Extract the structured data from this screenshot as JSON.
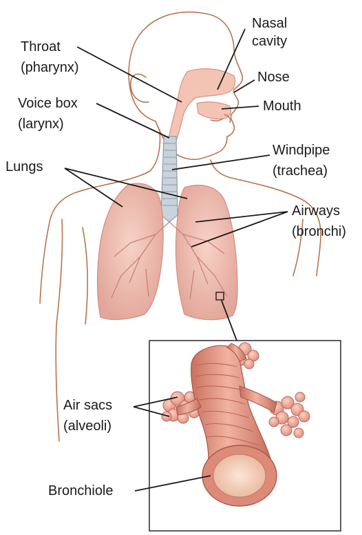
{
  "labels": {
    "nasal_cavity": [
      "Nasal",
      "cavity"
    ],
    "throat": [
      "Throat",
      "(pharynx)"
    ],
    "nose": "Nose",
    "mouth": "Mouth",
    "voice_box": [
      "Voice box",
      "(larynx)"
    ],
    "windpipe": [
      "Windpipe",
      "(trachea)"
    ],
    "lungs": "Lungs",
    "airways": [
      "Airways",
      "(bronchi)"
    ],
    "air_sacs": [
      "Air sacs",
      "(alveoli)"
    ],
    "bronchiole": "Bronchiole"
  },
  "colors": {
    "outline": "#b5734e",
    "tissue": "#f3c4b4",
    "lung": "#f0bdb0",
    "lung_dark": "#d98f85",
    "trachea": "#c9d3dc",
    "tube": "#e59a86",
    "tube_dark": "#c46c5b",
    "alveoli": "#f1a897"
  }
}
